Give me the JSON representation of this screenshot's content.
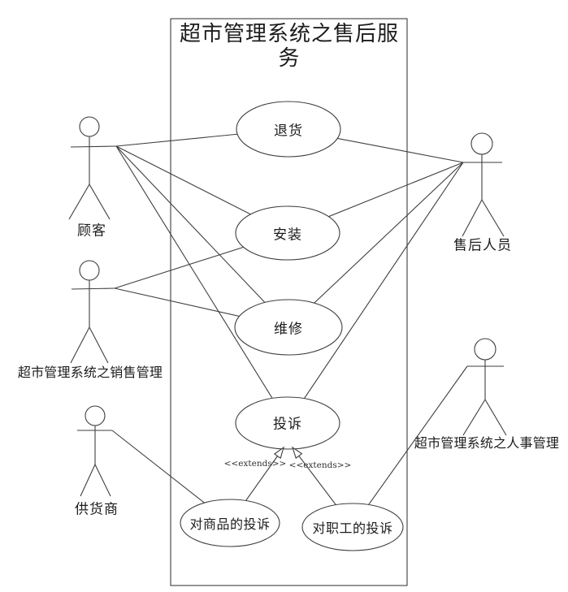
{
  "diagram": {
    "kind": "uml-use-case-diagram",
    "system_boundary": {
      "title": "超市管理系统之售后服务"
    },
    "use_cases": [
      {
        "id": "return",
        "label": "退货"
      },
      {
        "id": "install",
        "label": "安装"
      },
      {
        "id": "repair",
        "label": "维修"
      },
      {
        "id": "complaint",
        "label": "投诉"
      },
      {
        "id": "product-complaint",
        "label": "对商品的投诉"
      },
      {
        "id": "staff-complaint",
        "label": "对职工的投诉"
      }
    ],
    "actors": [
      {
        "id": "customer",
        "label": "顾客"
      },
      {
        "id": "sales-management",
        "label": "超市管理系统之销售管理"
      },
      {
        "id": "supplier",
        "label": "供货商"
      },
      {
        "id": "aftersales-staff",
        "label": "售后人员"
      },
      {
        "id": "hr-management",
        "label": "超市管理系统之人事管理"
      }
    ],
    "stereotypes": {
      "extends_left": "<<extends>>",
      "extends_right": "<<extends>>"
    },
    "associations": [
      [
        "顾客",
        "退货"
      ],
      [
        "顾客",
        "安装"
      ],
      [
        "顾客",
        "维修"
      ],
      [
        "顾客",
        "投诉"
      ],
      [
        "超市管理系统之销售管理",
        "安装"
      ],
      [
        "超市管理系统之销售管理",
        "维修"
      ],
      [
        "供货商",
        "对商品的投诉"
      ],
      [
        "售后人员",
        "退货"
      ],
      [
        "售后人员",
        "安装"
      ],
      [
        "售后人员",
        "维修"
      ],
      [
        "售后人员",
        "投诉"
      ],
      [
        "超市管理系统之人事管理",
        "对职工的投诉"
      ]
    ],
    "extends_relations": [
      [
        "对商品的投诉",
        "投诉"
      ],
      [
        "对职工的投诉",
        "投诉"
      ]
    ],
    "colors": {
      "line": "#3e3e3e",
      "background": "#ffffff",
      "text": "#1c1c1c"
    }
  }
}
